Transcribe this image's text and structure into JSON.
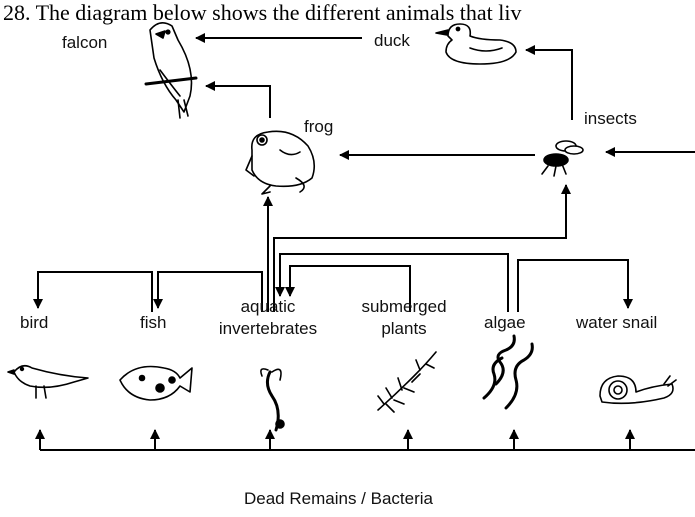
{
  "question": "28. The diagram below shows the different animals that liv",
  "organisms": {
    "falcon": "falcon",
    "duck": "duck",
    "frog": "frog",
    "insects": "insects",
    "bird": "bird",
    "fish": "fish",
    "aquatic_invertebrates_line1": "aquatic",
    "aquatic_invertebrates_line2": "invertebrates",
    "submerged_plants_line1": "submerged",
    "submerged_plants_line2": "plants",
    "algae": "algae",
    "water_snail": "water snail"
  },
  "base_label": "Dead Remains / Bacteria",
  "colors": {
    "ink": "#000000",
    "background": "#ffffff"
  }
}
